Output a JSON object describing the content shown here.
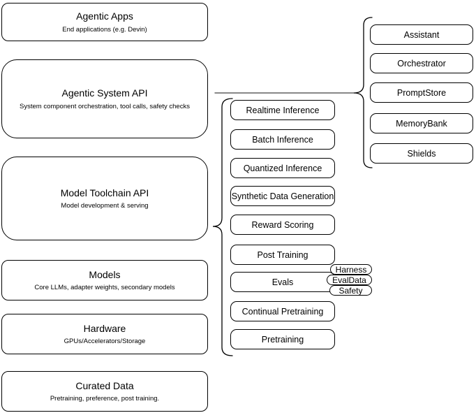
{
  "layers": [
    {
      "title": "Agentic Apps",
      "subtitle": "End applications (e.g. Devin)"
    },
    {
      "title": "Agentic System API",
      "subtitle": "System component orchestration, tool calls, safety checks"
    },
    {
      "title": "Model Toolchain API",
      "subtitle": "Model development & serving"
    },
    {
      "title": "Models",
      "subtitle": "Core LLMs, adapter weights, secondary models"
    },
    {
      "title": "Hardware",
      "subtitle": "GPUs/Accelerators/Storage"
    },
    {
      "title": "Curated Data",
      "subtitle": "Pretraining, preference, post training."
    }
  ],
  "toolchain_items": [
    "Realtime Inference",
    "Batch Inference",
    "Quantized Inference",
    "Synthetic Data Generation",
    "Reward Scoring",
    "Post Training",
    "Evals",
    "Continual Pretraining",
    "Pretraining"
  ],
  "eval_tags": [
    "Harness",
    "EvalData",
    "Safety"
  ],
  "agentic_components": [
    "Assistant",
    "Orchestrator",
    "PromptStore",
    "MemoryBank",
    "Shields"
  ],
  "colors": {
    "stroke": "#000000",
    "connector": "#616161",
    "canvas": "#ffffff"
  }
}
